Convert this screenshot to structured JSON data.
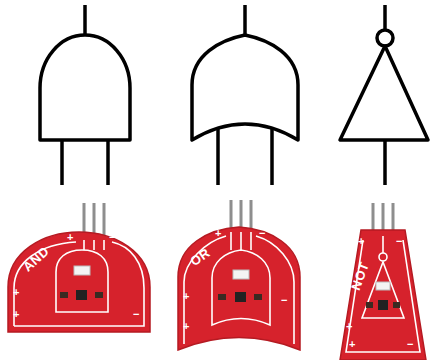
{
  "diagram": {
    "nodes": [
      {
        "text": [
          "AND"
        ]
      },
      {
        "text": [
          "OR"
        ]
      },
      {
        "text": [
          "NOT"
        ]
      }
    ],
    "labels": [
      "+",
      "−",
      "+",
      "+",
      "−",
      "+",
      "−",
      "+",
      "+",
      "−",
      "+",
      "−",
      "+",
      "+",
      "−"
    ]
  }
}
